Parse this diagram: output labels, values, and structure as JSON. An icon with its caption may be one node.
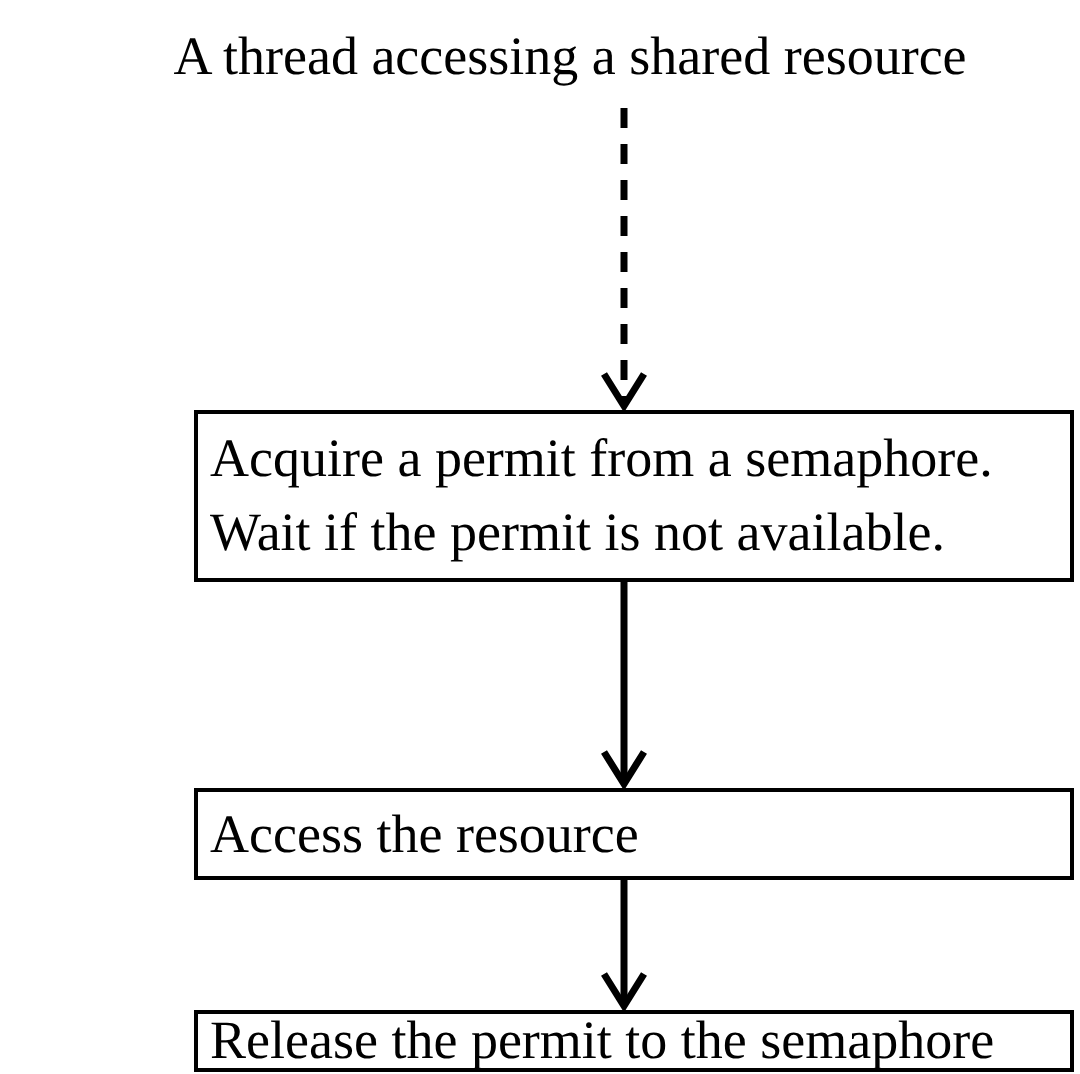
{
  "diagram": {
    "nodes": [
      {
        "text": [
          "A thread accessing a shared resource"
        ]
      },
      {
        "text": [
          "Acquire a permit from a semaphore. Wait if the permit is not available."
        ]
      },
      {
        "text": [
          "Access the resource"
        ]
      },
      {
        "text": [
          "Release the permit to the semaphore"
        ]
      }
    ],
    "edges": [
      {
        "from": 0,
        "to": 1,
        "arrow": "to",
        "style": "dashed"
      },
      {
        "from": 1,
        "to": 2,
        "arrow": "to"
      },
      {
        "from": 2,
        "to": 3,
        "arrow": "to"
      }
    ]
  }
}
